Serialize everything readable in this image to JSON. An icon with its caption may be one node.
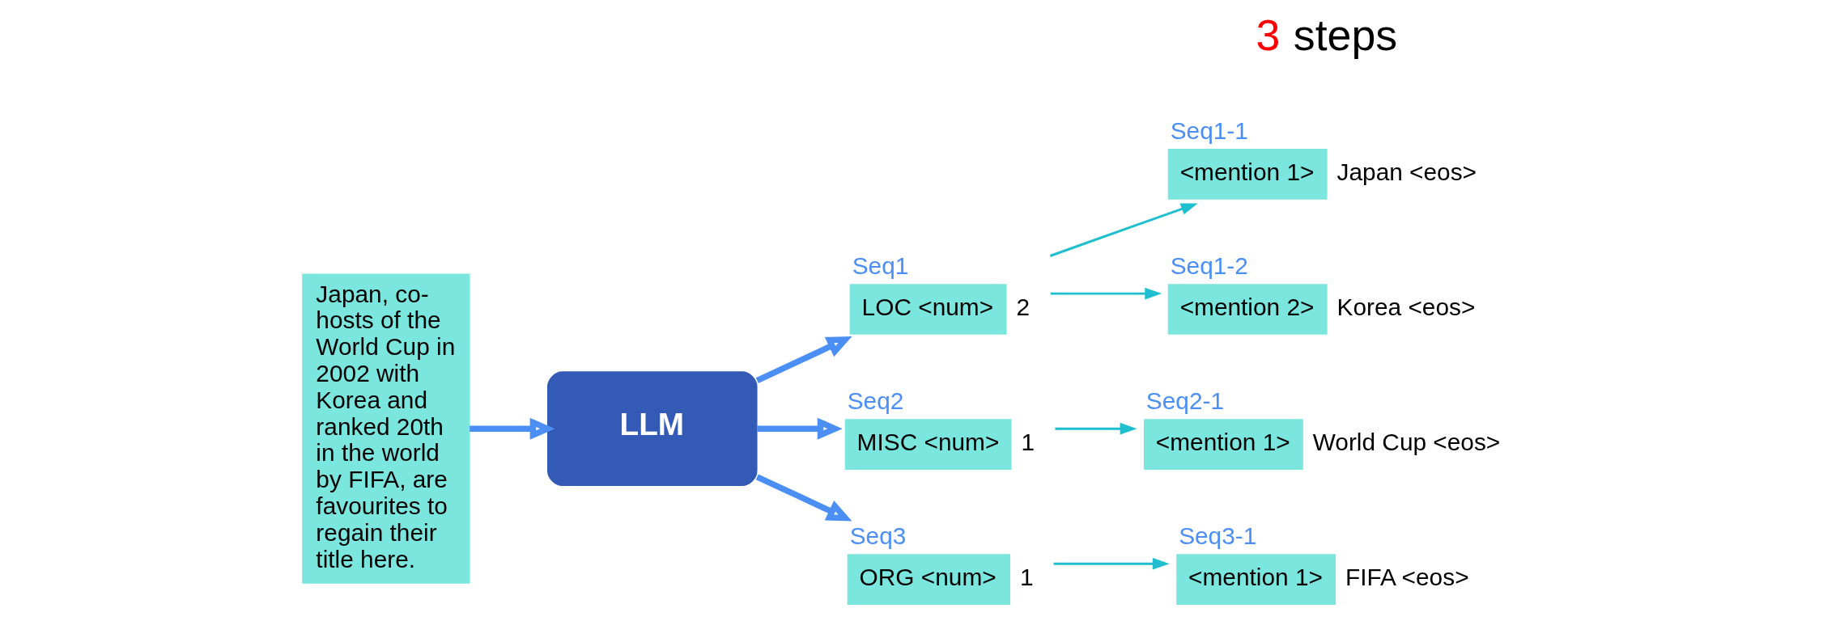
{
  "diagram": {
    "nodes": [
      {
        "text": [
          "Japan, co-hosts of the World Cup in 2002 with Korea and ranked 20th in the world by FIFA, are favourites to regain their title here."
        ]
      },
      {
        "text": [
          "LLM"
        ]
      },
      {
        "text": [
          "Seq1",
          "LOC <num>"
        ],
        "beside": [
          "2"
        ]
      },
      {
        "text": [
          "Seq2",
          "MISC <num>"
        ],
        "beside": [
          "1"
        ]
      },
      {
        "text": [
          "Seq3",
          "ORG <num>"
        ],
        "beside": [
          "1"
        ]
      },
      {
        "text": [
          "Seq1-1",
          "<mention 1>"
        ],
        "beside": [
          "Japan <eos>"
        ]
      },
      {
        "text": [
          "Seq1-2",
          "<mention 2>"
        ],
        "beside": [
          "Korea <eos>"
        ]
      },
      {
        "text": [
          "Seq2-1",
          "<mention 1>"
        ],
        "beside": [
          "World Cup <eos>"
        ]
      },
      {
        "text": [
          "Seq3-1",
          "<mention 1>"
        ],
        "beside": [
          "FIFA <eos>"
        ]
      }
    ],
    "edges": [
      {
        "from": 0,
        "to": 1,
        "arrow": "to",
        "style": "thick"
      },
      {
        "from": 1,
        "to": 2,
        "arrow": "to",
        "style": "thick"
      },
      {
        "from": 1,
        "to": 3,
        "arrow": "to",
        "style": "thick"
      },
      {
        "from": 1,
        "to": 4,
        "arrow": "to",
        "style": "thick"
      },
      {
        "from": 2,
        "to": 5,
        "arrow": "to",
        "color": "#1fbfcf"
      },
      {
        "from": 2,
        "to": 6,
        "arrow": "to",
        "color": "#1fbfcf"
      },
      {
        "from": 3,
        "to": 7,
        "arrow": "to",
        "color": "#1fbfcf"
      },
      {
        "from": 4,
        "to": 8,
        "arrow": "to",
        "color": "#1fbfcf"
      }
    ],
    "labels": [
      "3 steps"
    ]
  }
}
